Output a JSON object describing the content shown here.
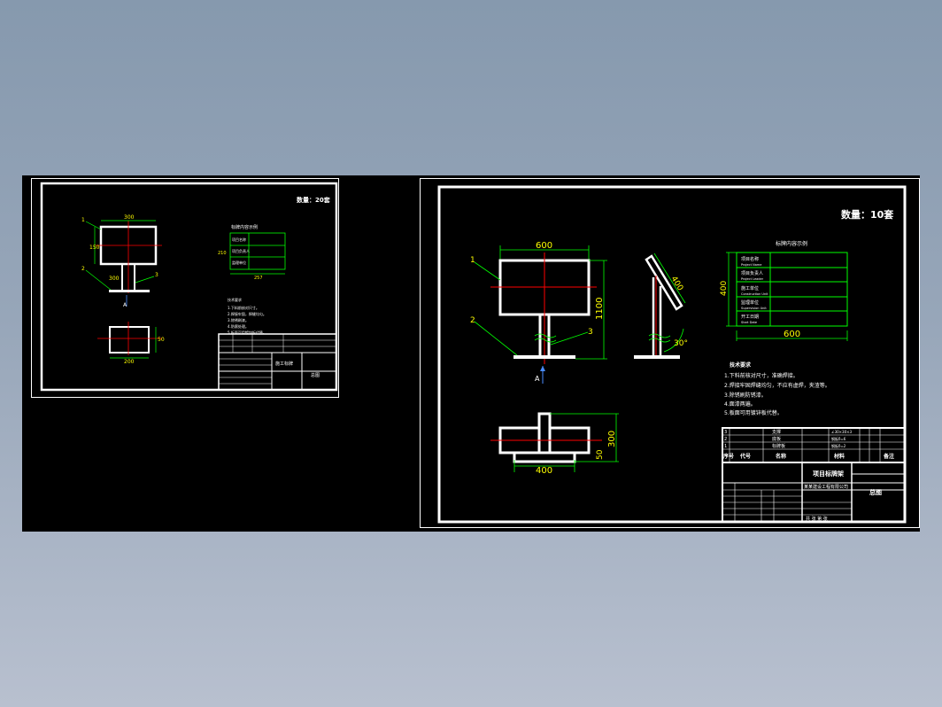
{
  "left_sheet": {
    "quantity": "数量：20套",
    "dim_width": "300",
    "dim_height": "150",
    "dim_post": "300",
    "dim_plan_width": "200",
    "dim_plan_depth": "50",
    "dim_table_height": "210",
    "dim_table_width": "257",
    "callouts": [
      "1",
      "2",
      "3"
    ],
    "section_mark": "A",
    "table_title": "标牌内容示例",
    "table_rows": [
      "项目名称",
      "项目负责人",
      "监理单位"
    ],
    "notes": [
      "技术要求",
      "1.下料前核对尺寸。",
      "2.焊接牢固，焊缝均匀。",
      "3.除锈刷漆。",
      "4.防腐处理。",
      "5.板面可用镀锌板代替。"
    ],
    "title_name": "施工标牌",
    "title_drawing": "总图"
  },
  "right_sheet": {
    "quantity": "数量：10套",
    "dim_width": "600",
    "dim_height": "1100",
    "dim_side_panel": "400",
    "dim_angle": "30°",
    "dim_plan_width": "400",
    "dim_plan_depth": "300",
    "dim_plan_base": "50",
    "dim_table_height": "400",
    "dim_table_width": "600",
    "callouts": [
      "1",
      "2",
      "3"
    ],
    "section_mark": "A",
    "table_title": "标牌内容示例",
    "table_rows": [
      {
        "cn": "项目名称",
        "en": "Project Name"
      },
      {
        "cn": "项目负责人",
        "en": "Project Leader"
      },
      {
        "cn": "施工单位",
        "en": "Construction Unit"
      },
      {
        "cn": "监理单位",
        "en": "Supervision Unit"
      },
      {
        "cn": "开工日期",
        "en": "Start Date"
      }
    ],
    "notes_title": "技术要求",
    "notes": [
      "1.下料前核对尺寸，准确焊接。",
      "2.焊接牢固焊缝均匀，不应有虚焊，夹渣等。",
      "3.除锈刷防锈漆。",
      "4.面漆两遍。",
      "5.板面可用镀锌板代替。"
    ],
    "bom": [
      {
        "no": "3",
        "name": "支撑",
        "spec": "∠30×30×3"
      },
      {
        "no": "2",
        "name": "底板",
        "spec": "钢板δ=6"
      },
      {
        "no": "1",
        "name": "标牌板",
        "spec": "钢板δ=2"
      }
    ],
    "bom_header": {
      "no": "序号",
      "code": "代号",
      "name": "名称",
      "material": "材料",
      "note": "备注"
    },
    "title_name": "项目标牌架",
    "title_drawing": "总图",
    "title_company": "某某建设工程有限公司",
    "title_footer": "共  张  第  张"
  },
  "colors": {
    "frame": "#ffffff",
    "green": "#00ff00",
    "yellow": "#ffff00",
    "red": "#ff0000",
    "blue": "#4a8cff",
    "cyan": "#00e5e5"
  }
}
